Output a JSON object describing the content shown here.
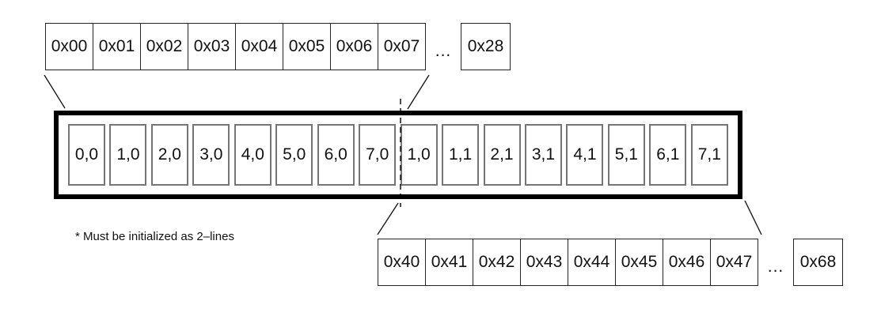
{
  "top_row": {
    "cells": [
      "0x00",
      "0x01",
      "0x02",
      "0x03",
      "0x04",
      "0x05",
      "0x06",
      "0x07"
    ],
    "ellipsis": "...",
    "last_cell": "0x28"
  },
  "buffer": {
    "cells": [
      "0,0",
      "1,0",
      "2,0",
      "3,0",
      "4,0",
      "5,0",
      "6,0",
      "7,0",
      "1,0",
      "1,1",
      "2,1",
      "3,1",
      "4,1",
      "5,1",
      "6,1",
      "7,1"
    ]
  },
  "bottom_row": {
    "cells": [
      "0x40",
      "0x41",
      "0x42",
      "0x43",
      "0x44",
      "0x45",
      "0x46",
      "0x47"
    ],
    "ellipsis": "...",
    "last_cell": "0x68"
  },
  "footnote": "* Must be initialized as 2–lines",
  "colors": {
    "background": "#ffffff",
    "buffer_border": "#000000",
    "buffer_cell_border": "#757575",
    "address_box_border": "#222222",
    "connector_line": "#1a1a1a",
    "text": "#111111"
  }
}
